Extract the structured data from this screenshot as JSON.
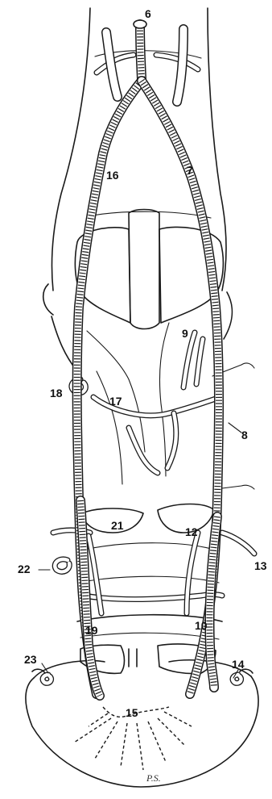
{
  "labels": {
    "l6": "6",
    "l7": "7",
    "l8": "8",
    "l9": "9",
    "l10": "10",
    "l12": "12",
    "l13": "13",
    "l14": "14",
    "l15": "15",
    "l16": "16",
    "l17": "17",
    "l18": "18",
    "l19": "19",
    "l21": "21",
    "l22": "22",
    "l23": "23"
  },
  "signature": "P.S."
}
